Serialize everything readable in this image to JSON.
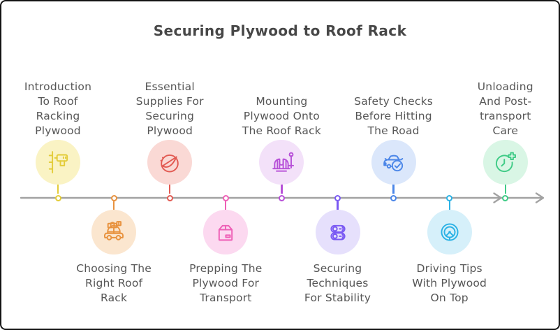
{
  "title": "Securing Plywood to Roof Rack",
  "colors": {
    "background": "#ffffff",
    "border": "#141414",
    "timeline": "#a2a2a2",
    "title_text": "#474747",
    "label_text": "#565656"
  },
  "timeline": {
    "direction": "left-to-right",
    "items": [
      {
        "label": "Introduction\nTo Roof\nRacking\nPlywood",
        "side": "top",
        "icon": "drill-icon",
        "accent": "#e3cc39",
        "fill": "#faf3c4"
      },
      {
        "label": "Choosing The\nRight Roof\nRack",
        "side": "bottom",
        "icon": "car-roof-cargo-icon",
        "accent": "#e8923e",
        "fill": "#fbe6cf"
      },
      {
        "label": "Essential\nSupplies For\nSecuring\nPlywood",
        "side": "top",
        "icon": "strap-roll-icon",
        "accent": "#e25a52",
        "fill": "#fad9d5"
      },
      {
        "label": "Prepping The\nPlywood For\nTransport",
        "side": "bottom",
        "icon": "cardboard-box-icon",
        "accent": "#ee5fb6",
        "fill": "#fcd9f0"
      },
      {
        "label": "Mounting\nPlywood Onto\nThe Roof Rack",
        "side": "top",
        "icon": "bench-vise-icon",
        "accent": "#b750d8",
        "fill": "#f3e1f9"
      },
      {
        "label": "Securing\nTechniques\nFor Stability",
        "side": "bottom",
        "icon": "ratchet-straps-icon",
        "accent": "#7a59f3",
        "fill": "#e6e0fc"
      },
      {
        "label": "Safety Checks\nBefore Hitting\nThe Road",
        "side": "top",
        "icon": "car-safety-check-icon",
        "accent": "#4b86e8",
        "fill": "#dbe7fb"
      },
      {
        "label": "Driving Tips\nWith Plywood\nOn Top",
        "side": "bottom",
        "icon": "steering-wheel-icon",
        "accent": "#2bb2e5",
        "fill": "#d6f0fa"
      },
      {
        "label": "Unloading\nAnd Post-\ntransport\nCare",
        "side": "top",
        "icon": "clock-plus-icon",
        "accent": "#3fcb86",
        "fill": "#d9f6e5"
      }
    ]
  }
}
